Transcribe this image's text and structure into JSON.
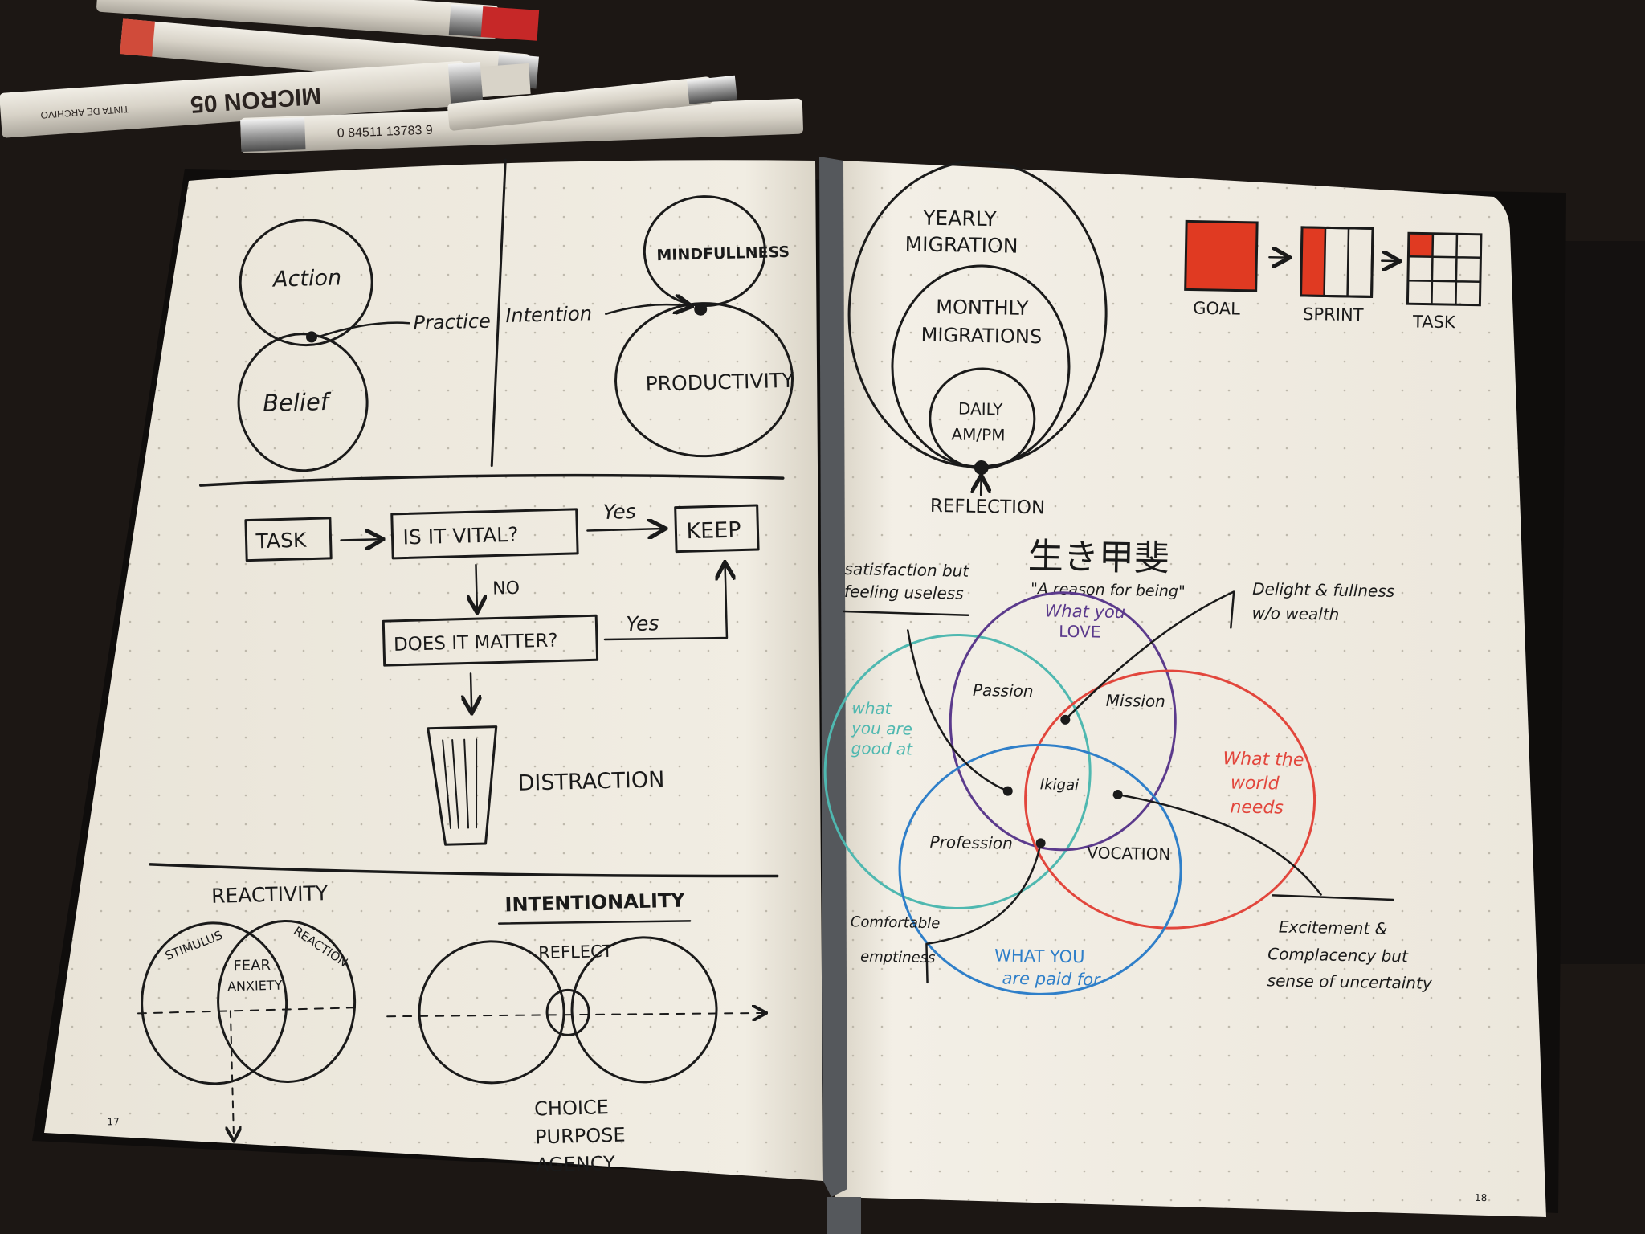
{
  "pens": {
    "brand_text": "MICRON 05",
    "sub_text": "TINTA DE ARCHIVO",
    "barcode_text": "0 84511 13783 9"
  },
  "left_page": {
    "page_number": "17",
    "belief_diagram": {
      "action": "Action",
      "belief": "Belief",
      "practice": "Practice"
    },
    "intention_diagram": {
      "intention": "Intention",
      "mindfulness": "MINDFULLNESS",
      "productivity": "PRODUCTIVITY"
    },
    "flowchart": {
      "task": "TASK",
      "is_vital": "IS IT VITAL?",
      "yes_1": "Yes",
      "keep": "KEEP",
      "no": "NO",
      "does_matter": "DOES IT MATTER?",
      "yes_2": "Yes",
      "distraction": "DISTRACTION"
    },
    "reactivity": {
      "title": "REACTIVITY",
      "stimulus": "STIMULUS",
      "reaction": "REACTION",
      "fear": "FEAR",
      "anxiety": "ANXIETY"
    },
    "intentionality": {
      "title": "INTENTIONALITY",
      "reflect": "REFLECT",
      "choice": "CHOICE",
      "purpose": "PURPOSE",
      "agency": "AGENCY"
    }
  },
  "right_page": {
    "page_number": "18",
    "migration": {
      "yearly": "YEARLY",
      "yearly_2": "MIGRATION",
      "monthly": "MONTHLY",
      "monthly_2": "MIGRATIONS",
      "daily": "DAILY",
      "daily_2": "AM/PM",
      "reflection": "REFLECTION"
    },
    "goal_boxes": {
      "goal": "GOAL",
      "sprint": "SPRINT",
      "task": "TASK",
      "fill_color": "#e03a22"
    },
    "ikigai": {
      "kanji": "生き甲斐",
      "subtitle": "\"A reason for being\"",
      "love": "What you",
      "love_2": "LOVE",
      "good_at": "what",
      "good_at_2": "you are",
      "good_at_3": "good at",
      "world_needs": "What the",
      "world_needs_2": "world",
      "world_needs_3": "needs",
      "paid_for": "WHAT YOU",
      "paid_for_2": "are paid for",
      "passion": "Passion",
      "mission": "Mission",
      "profession": "Profession",
      "vocation": "VOCATION",
      "center": "Ikigai",
      "note_satisfaction": "satisfaction but",
      "note_satisfaction_2": "feeling useless",
      "note_delight": "Delight & fullness",
      "note_delight_2": "w/o wealth",
      "note_comfortable": "Comfortable",
      "note_comfortable_2": "emptiness",
      "note_excitement": "Excitement &",
      "note_excitement_2": "Complacency but",
      "note_excitement_3": "sense of uncertainty",
      "colors": {
        "love": "#5b3a8c",
        "good_at": "#4fb8b0",
        "world": "#e2463c",
        "paid": "#2f7fc9"
      }
    }
  }
}
